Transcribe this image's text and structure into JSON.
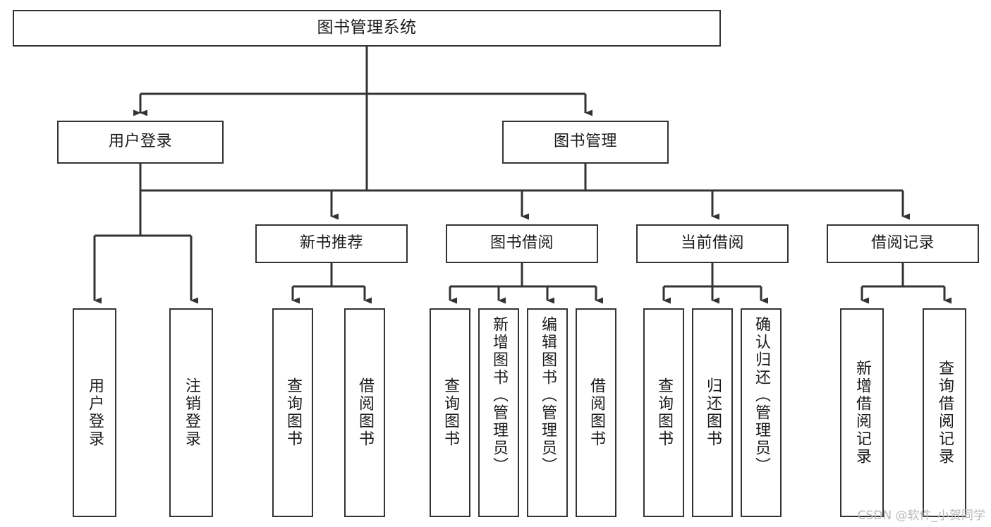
{
  "diagram": {
    "title": "图书管理系统",
    "type": "tree-hierarchy",
    "root": {
      "label": "图书管理系统"
    },
    "level2": [
      {
        "label": "用户登录"
      },
      {
        "label": "图书管理"
      }
    ],
    "level3": [
      {
        "label": "新书推荐"
      },
      {
        "label": "图书借阅"
      },
      {
        "label": "当前借阅"
      },
      {
        "label": "借阅记录"
      }
    ],
    "leaves": {
      "user_login": [
        {
          "label": "用户登录"
        },
        {
          "label": "注销登录"
        }
      ],
      "new_book_recommend": [
        {
          "label": "查询图书"
        },
        {
          "label": "借阅图书"
        }
      ],
      "book_borrow": [
        {
          "label": "查询图书"
        },
        {
          "label": "新增图书（管理员）"
        },
        {
          "label": "编辑图书（管理员）"
        },
        {
          "label": "借阅图书"
        }
      ],
      "current_borrow": [
        {
          "label": "查询图书"
        },
        {
          "label": "归还图书"
        },
        {
          "label": "确认归还（管理员）"
        }
      ],
      "borrow_record": [
        {
          "label": "新增借阅记录"
        },
        {
          "label": "查询借阅记录"
        }
      ]
    },
    "watermark": "CSDN @软件_小贺同学",
    "colors": {
      "border": "#333333",
      "background": "#ffffff",
      "text": "#1a1a1a",
      "watermark": "#b9b9b9"
    }
  }
}
